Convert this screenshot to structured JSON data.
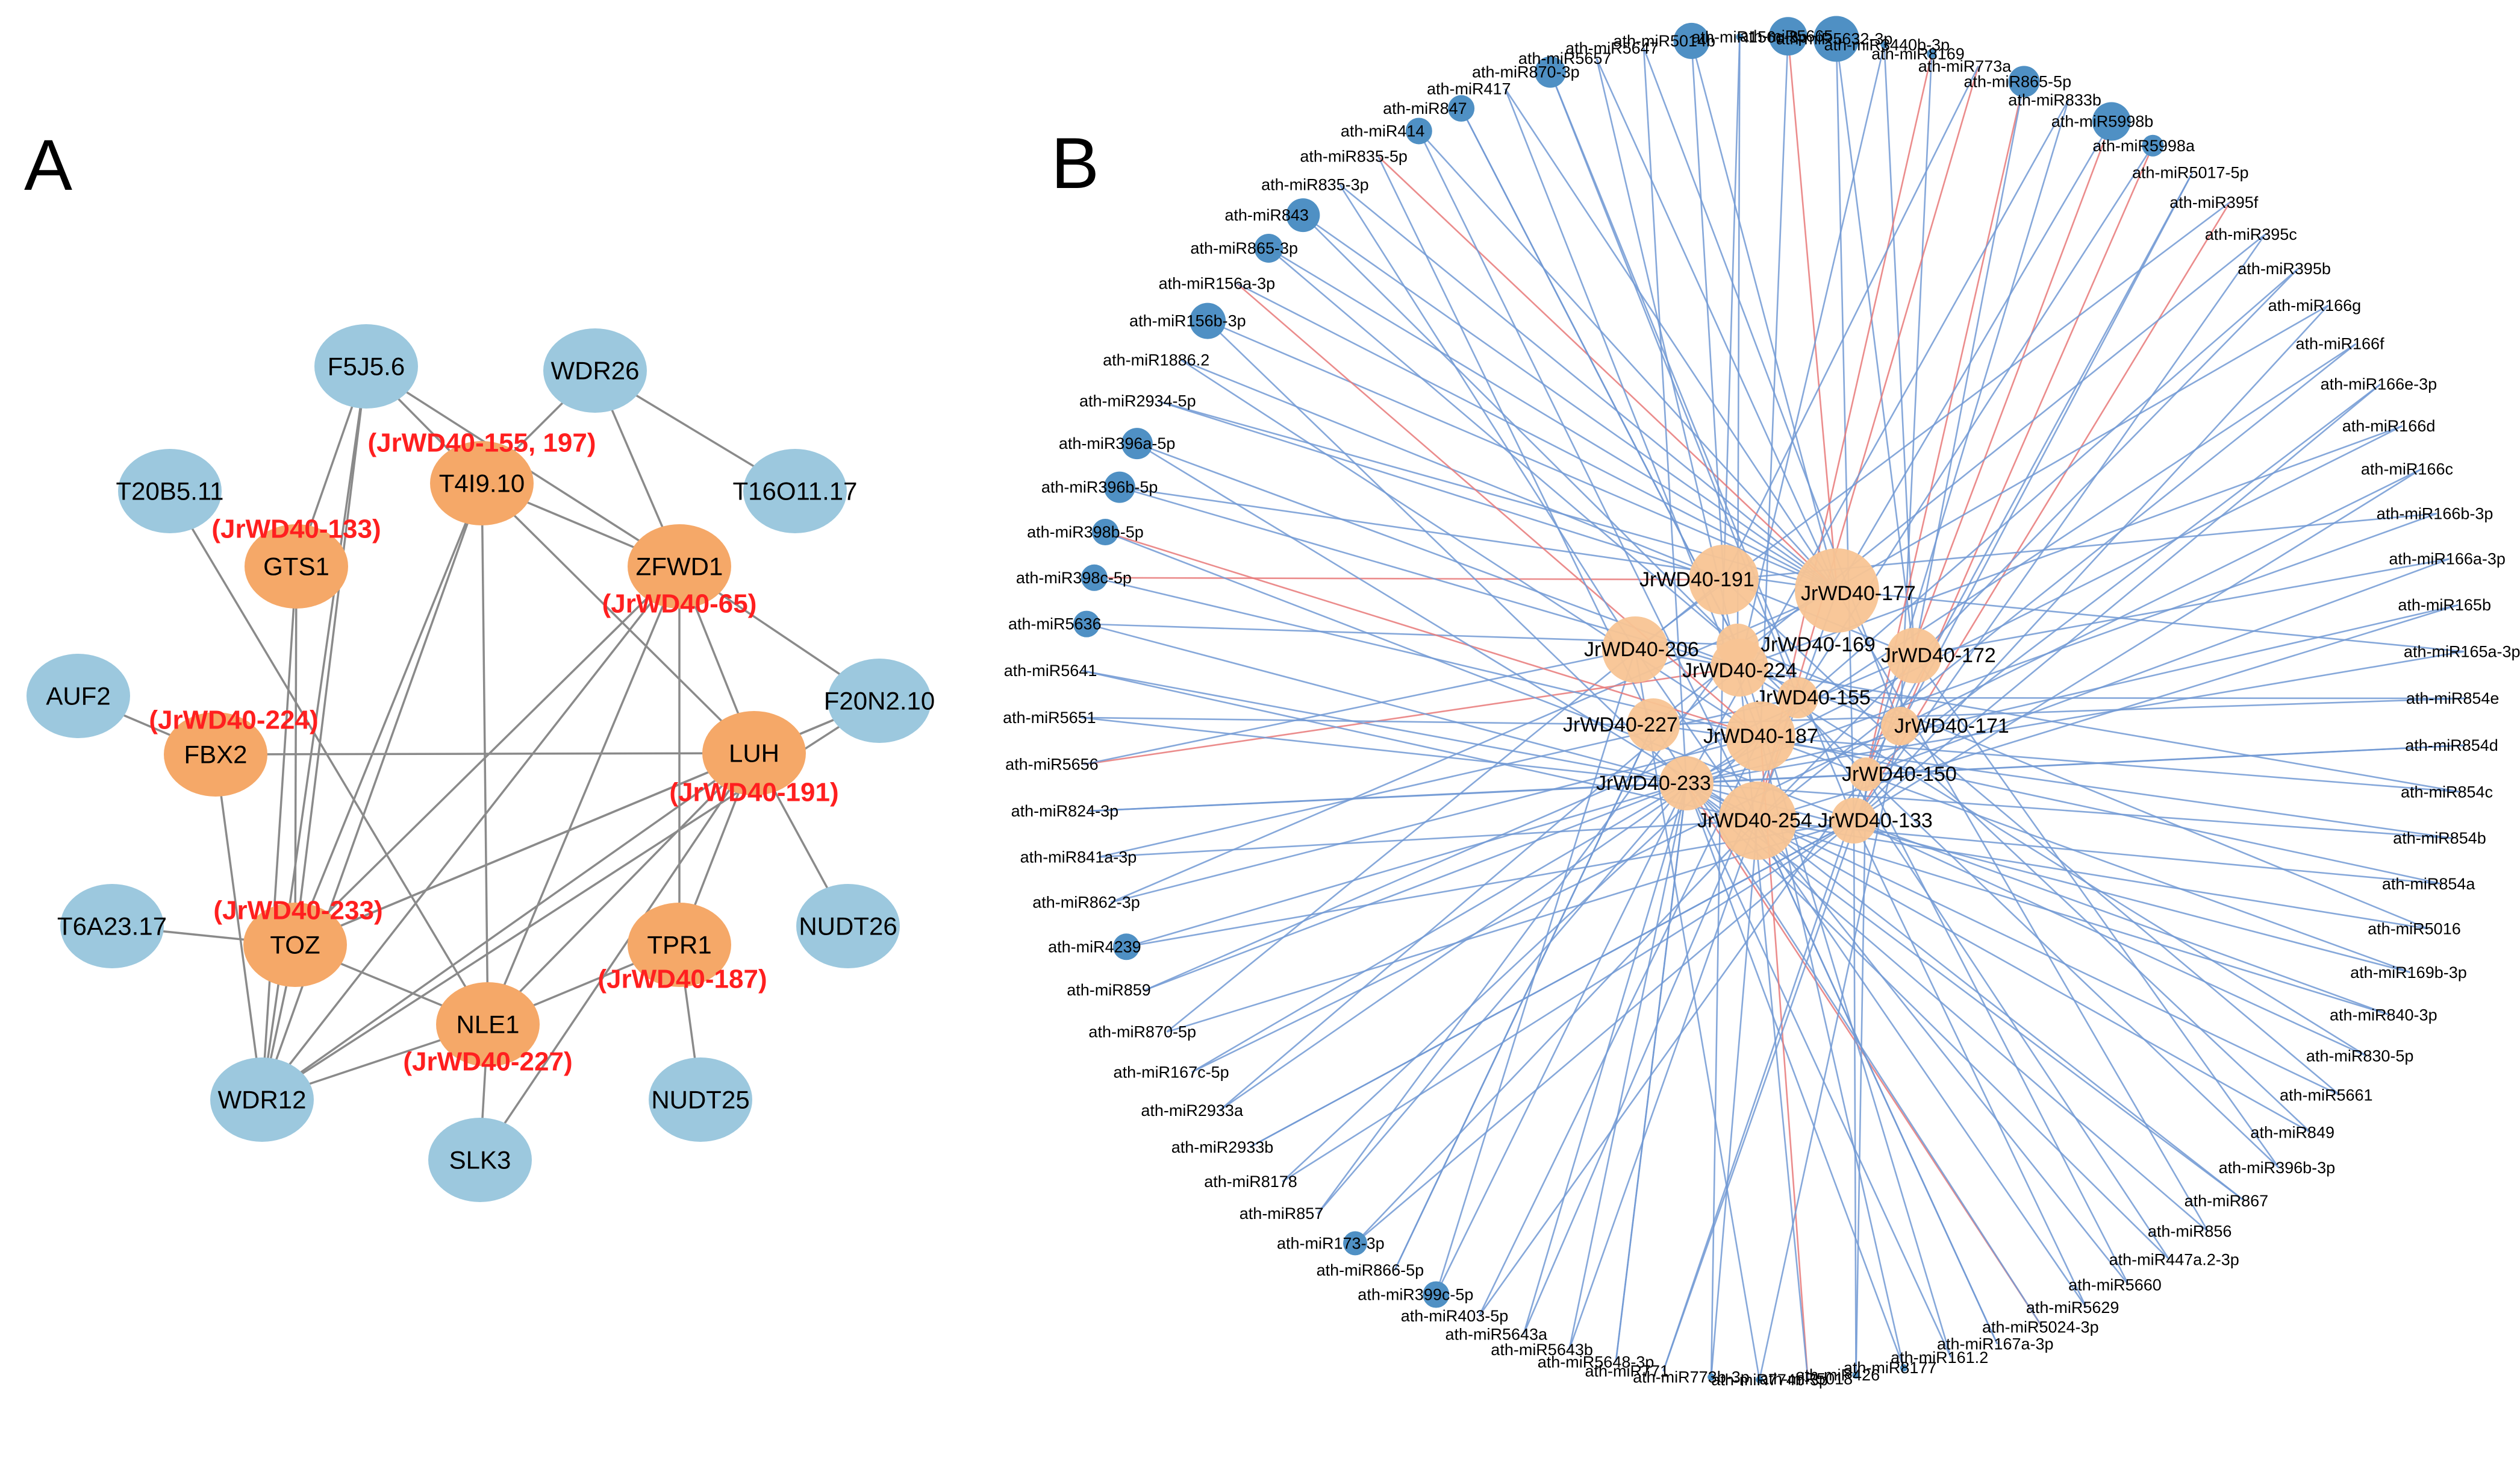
{
  "figure": {
    "panel_a_letter": "A",
    "panel_b_letter": "B",
    "colors": {
      "blue_node": "#9cc8de",
      "orange_node": "#f5a868",
      "b_orange_node": "#f8c494",
      "b_blue_node": "#4f90c4",
      "edge_gray": "#8a8a8a",
      "edge_blue": "#7199d4",
      "edge_red": "#e87878",
      "annotation_red": "#ff1f1f"
    }
  },
  "panel_a": {
    "nodes": [
      {
        "id": "F5J5.6",
        "label": "F5J5.6",
        "kind": "blue"
      },
      {
        "id": "WDR26",
        "label": "WDR26",
        "kind": "blue"
      },
      {
        "id": "T20B5.11",
        "label": "T20B5.11",
        "kind": "blue"
      },
      {
        "id": "T16O11.17",
        "label": "T16O11.17",
        "kind": "blue"
      },
      {
        "id": "AUF2",
        "label": "AUF2",
        "kind": "blue"
      },
      {
        "id": "F20N2.10",
        "label": "F20N2.10",
        "kind": "blue"
      },
      {
        "id": "T6A23.17",
        "label": "T6A23.17",
        "kind": "blue"
      },
      {
        "id": "NUDT26",
        "label": "NUDT26",
        "kind": "blue"
      },
      {
        "id": "WDR12",
        "label": "WDR12",
        "kind": "blue"
      },
      {
        "id": "NUDT25",
        "label": "NUDT25",
        "kind": "blue"
      },
      {
        "id": "SLK3",
        "label": "SLK3",
        "kind": "blue"
      },
      {
        "id": "T4I9.10",
        "label": "T4I9.10",
        "kind": "orange"
      },
      {
        "id": "GTS1",
        "label": "GTS1",
        "kind": "orange"
      },
      {
        "id": "ZFWD1",
        "label": "ZFWD1",
        "kind": "orange"
      },
      {
        "id": "FBX2",
        "label": "FBX2",
        "kind": "orange"
      },
      {
        "id": "LUH",
        "label": "LUH",
        "kind": "orange"
      },
      {
        "id": "TOZ",
        "label": "TOZ",
        "kind": "orange"
      },
      {
        "id": "TPR1",
        "label": "TPR1",
        "kind": "orange"
      },
      {
        "id": "NLE1",
        "label": "NLE1",
        "kind": "orange"
      }
    ],
    "annotations": [
      {
        "node": "T4I9.10",
        "text": "(JrWD40-155, 197)"
      },
      {
        "node": "GTS1",
        "text": "(JrWD40-133)"
      },
      {
        "node": "ZFWD1",
        "text": "(JrWD40-65)"
      },
      {
        "node": "FBX2",
        "text": "(JrWD40-224)"
      },
      {
        "node": "LUH",
        "text": "(JrWD40-191)"
      },
      {
        "node": "TOZ",
        "text": "(JrWD40-233)"
      },
      {
        "node": "TPR1",
        "text": "(JrWD40-187)"
      },
      {
        "node": "NLE1",
        "text": "(JrWD40-227)"
      }
    ],
    "edges": [
      [
        "F5J5.6",
        "T4I9.10"
      ],
      [
        "F5J5.6",
        "ZFWD1"
      ],
      [
        "F5J5.6",
        "GTS1"
      ],
      [
        "F5J5.6",
        "TOZ"
      ],
      [
        "F5J5.6",
        "WDR12"
      ],
      [
        "WDR26",
        "T4I9.10"
      ],
      [
        "WDR26",
        "T16O11.17"
      ],
      [
        "WDR26",
        "ZFWD1"
      ],
      [
        "T20B5.11",
        "NLE1"
      ],
      [
        "T4I9.10",
        "ZFWD1"
      ],
      [
        "T4I9.10",
        "LUH"
      ],
      [
        "T4I9.10",
        "NLE1"
      ],
      [
        "T4I9.10",
        "TOZ"
      ],
      [
        "T4I9.10",
        "WDR12"
      ],
      [
        "GTS1",
        "TOZ"
      ],
      [
        "GTS1",
        "WDR12"
      ],
      [
        "ZFWD1",
        "F20N2.10"
      ],
      [
        "ZFWD1",
        "LUH"
      ],
      [
        "ZFWD1",
        "TPR1"
      ],
      [
        "ZFWD1",
        "TOZ"
      ],
      [
        "ZFWD1",
        "NLE1"
      ],
      [
        "ZFWD1",
        "WDR12"
      ],
      [
        "AUF2",
        "FBX2"
      ],
      [
        "FBX2",
        "LUH"
      ],
      [
        "FBX2",
        "WDR12"
      ],
      [
        "F20N2.10",
        "LUH"
      ],
      [
        "F20N2.10",
        "TOZ"
      ],
      [
        "F20N2.10",
        "WDR12"
      ],
      [
        "LUH",
        "NUDT26"
      ],
      [
        "LUH",
        "TPR1"
      ],
      [
        "LUH",
        "NLE1"
      ],
      [
        "LUH",
        "TOZ"
      ],
      [
        "LUH",
        "WDR12"
      ],
      [
        "LUH",
        "SLK3"
      ],
      [
        "T6A23.17",
        "TOZ"
      ],
      [
        "TOZ",
        "NLE1"
      ],
      [
        "TOZ",
        "WDR12"
      ],
      [
        "TPR1",
        "NUDT25"
      ],
      [
        "TPR1",
        "NLE1"
      ],
      [
        "NLE1",
        "WDR12"
      ],
      [
        "NLE1",
        "SLK3"
      ]
    ]
  },
  "panel_b": {
    "hub_nodes": [
      {
        "id": "JrWD40-191",
        "label": "JrWD40-191"
      },
      {
        "id": "JrWD40-177",
        "label": "JrWD40-177"
      },
      {
        "id": "JrWD40-206",
        "label": "JrWD40-206"
      },
      {
        "id": "JrWD40-169",
        "label": "JrWD40-169"
      },
      {
        "id": "JrWD40-224",
        "label": "JrWD40-224"
      },
      {
        "id": "JrWD40-172",
        "label": "JrWD40-172"
      },
      {
        "id": "JrWD40-155",
        "label": "JrWD40-155"
      },
      {
        "id": "JrWD40-227",
        "label": "JrWD40-227"
      },
      {
        "id": "JrWD40-187",
        "label": "JrWD40-187"
      },
      {
        "id": "JrWD40-171",
        "label": "JrWD40-171"
      },
      {
        "id": "JrWD40-233",
        "label": "JrWD40-233"
      },
      {
        "id": "JrWD40-150",
        "label": "JrWD40-150"
      },
      {
        "id": "JrWD40-254",
        "label": "JrWD40-254"
      },
      {
        "id": "JrWD40-133",
        "label": "JrWD40-133"
      }
    ],
    "mirnas": [
      {
        "label": "ath-miR156c-3p",
        "hub": "JrWD40-191",
        "color": "blue"
      },
      {
        "label": "ath-miR5665",
        "hub": "JrWD40-177",
        "color": "red"
      },
      {
        "label": "ath-miR5632-3p",
        "hub": "JrWD40-172",
        "color": "blue"
      },
      {
        "label": "ath-miR3440b-3p",
        "hub": "JrWD40-172",
        "color": "blue"
      },
      {
        "label": "ath-miR8169",
        "hub": "JrWD40-254",
        "color": "red"
      },
      {
        "label": "ath-miR773a",
        "hub": "JrWD40-254",
        "color": "red"
      },
      {
        "label": "ath-miR865-5p",
        "hub": "JrWD40-150",
        "color": "red"
      },
      {
        "label": "ath-miR833b",
        "hub": "JrWD40-150",
        "color": "blue"
      },
      {
        "label": "ath-miR5998b",
        "hub": "JrWD40-150",
        "color": "red"
      },
      {
        "label": "ath-miR5998a",
        "hub": "JrWD40-171",
        "color": "red"
      },
      {
        "label": "ath-miR5017-5p",
        "hub": "JrWD40-171",
        "color": "blue"
      },
      {
        "label": "ath-miR395f",
        "hub": "JrWD40-133",
        "color": "red"
      },
      {
        "label": "ath-miR395c",
        "hub": "JrWD40-133",
        "color": "blue"
      },
      {
        "label": "ath-miR395b",
        "hub": "JrWD40-187",
        "color": "blue"
      },
      {
        "label": "ath-miR166g",
        "hub": "JrWD40-133",
        "color": "blue"
      },
      {
        "label": "ath-miR166f",
        "hub": "JrWD40-254",
        "color": "blue"
      },
      {
        "label": "ath-miR166e-3p",
        "hub": "JrWD40-150",
        "color": "blue"
      },
      {
        "label": "ath-miR166d",
        "hub": "JrWD40-233",
        "color": "blue"
      },
      {
        "label": "ath-miR166c",
        "hub": "JrWD40-133",
        "color": "blue"
      },
      {
        "label": "ath-miR166b-3p",
        "hub": "JrWD40-233",
        "color": "blue"
      },
      {
        "label": "ath-miR166a-3p",
        "hub": "JrWD40-150",
        "color": "blue"
      },
      {
        "label": "ath-miR165b",
        "hub": "JrWD40-254",
        "color": "blue"
      },
      {
        "label": "ath-miR165a-3p",
        "hub": "JrWD40-233",
        "color": "blue"
      },
      {
        "label": "ath-miR854e",
        "hub": "JrWD40-227",
        "color": "blue"
      },
      {
        "label": "ath-miR854d",
        "hub": "JrWD40-233",
        "color": "blue"
      },
      {
        "label": "ath-miR854c",
        "hub": "JrWD40-187",
        "color": "blue"
      },
      {
        "label": "ath-miR854b",
        "hub": "JrWD40-233",
        "color": "blue"
      },
      {
        "label": "ath-miR854a",
        "hub": "JrWD40-187",
        "color": "blue"
      },
      {
        "label": "ath-miR5016",
        "hub": "JrWD40-254",
        "color": "blue"
      },
      {
        "label": "ath-miR169b-3p",
        "hub": "JrWD40-233",
        "color": "blue"
      },
      {
        "label": "ath-miR840-3p",
        "hub": "JrWD40-254",
        "color": "blue"
      },
      {
        "label": "ath-miR830-5p",
        "hub": "JrWD40-133",
        "color": "blue"
      },
      {
        "label": "ath-miR5661",
        "hub": "JrWD40-233",
        "color": "blue"
      },
      {
        "label": "ath-miR849",
        "hub": "JrWD40-233",
        "color": "blue"
      },
      {
        "label": "ath-miR396b-3p",
        "hub": "JrWD40-150",
        "color": "blue"
      },
      {
        "label": "ath-miR867",
        "hub": "JrWD40-254",
        "color": "blue"
      },
      {
        "label": "ath-miR856",
        "hub": "JrWD40-233",
        "color": "blue"
      },
      {
        "label": "ath-miR447a.2-3p",
        "hub": "JrWD40-233",
        "color": "blue"
      },
      {
        "label": "ath-miR5660",
        "hub": "JrWD40-254",
        "color": "blue"
      },
      {
        "label": "ath-miR5629",
        "hub": "JrWD40-133",
        "color": "blue"
      },
      {
        "label": "ath-miR5024-3p",
        "hub": "JrWD40-233",
        "color": "red"
      },
      {
        "label": "ath-miR167a-3p",
        "hub": "JrWD40-254",
        "color": "blue"
      },
      {
        "label": "ath-miR161.2",
        "hub": "JrWD40-233",
        "color": "blue"
      },
      {
        "label": "ath-miR8177",
        "hub": "JrWD40-233",
        "color": "blue"
      },
      {
        "label": "ath-miR426",
        "hub": "JrWD40-150",
        "color": "blue"
      },
      {
        "label": "ath-miR5018",
        "hub": "JrWD40-187",
        "color": "red"
      },
      {
        "label": "ath-miR774b-3p",
        "hub": "JrWD40-206",
        "color": "blue"
      },
      {
        "label": "ath-miR773b-3p",
        "hub": "JrWD40-254",
        "color": "blue"
      },
      {
        "label": "ath-miR771",
        "hub": "JrWD40-150",
        "color": "blue"
      },
      {
        "label": "ath-miR5648-3p",
        "hub": "JrWD40-233",
        "color": "blue"
      },
      {
        "label": "ath-miR5643b",
        "hub": "JrWD40-233",
        "color": "blue"
      },
      {
        "label": "ath-miR5643a",
        "hub": "JrWD40-233",
        "color": "blue"
      },
      {
        "label": "ath-miR403-5p",
        "hub": "JrWD40-187",
        "color": "blue"
      },
      {
        "label": "ath-miR399c-5p",
        "hub": "JrWD40-233",
        "color": "blue"
      },
      {
        "label": "ath-miR866-5p",
        "hub": "JrWD40-227",
        "color": "blue"
      },
      {
        "label": "ath-miR173-3p",
        "hub": "JrWD40-133",
        "color": "blue"
      },
      {
        "label": "ath-miR857",
        "hub": "JrWD40-233",
        "color": "blue"
      },
      {
        "label": "ath-miR8178",
        "hub": "JrWD40-133",
        "color": "blue"
      },
      {
        "label": "ath-miR2933b",
        "hub": "JrWD40-133",
        "color": "blue"
      },
      {
        "label": "ath-miR2933a",
        "hub": "JrWD40-187",
        "color": "blue"
      },
      {
        "label": "ath-miR167c-5p",
        "hub": "JrWD40-233",
        "color": "blue"
      },
      {
        "label": "ath-miR870-5p",
        "hub": "JrWD40-133",
        "color": "blue"
      },
      {
        "label": "ath-miR859",
        "hub": "JrWD40-233",
        "color": "blue"
      },
      {
        "label": "ath-miR4239",
        "hub": "JrWD40-133",
        "color": "blue"
      },
      {
        "label": "ath-miR862-3p",
        "hub": "JrWD40-187",
        "color": "blue"
      },
      {
        "label": "ath-miR841a-3p",
        "hub": "JrWD40-254",
        "color": "blue"
      },
      {
        "label": "ath-miR824-3p",
        "hub": "JrWD40-233",
        "color": "blue"
      },
      {
        "label": "ath-miR5656",
        "hub": "JrWD40-224",
        "color": "red"
      },
      {
        "label": "ath-miR5651",
        "hub": "JrWD40-233",
        "color": "blue"
      },
      {
        "label": "ath-miR5641",
        "hub": "JrWD40-233",
        "color": "blue"
      },
      {
        "label": "ath-miR5636",
        "hub": "JrWD40-233",
        "color": "blue"
      },
      {
        "label": "ath-miR398c-5p",
        "hub": "JrWD40-191",
        "color": "red"
      },
      {
        "label": "ath-miR398b-5p",
        "hub": "JrWD40-187",
        "color": "red"
      },
      {
        "label": "ath-miR396b-5p",
        "hub": "JrWD40-177",
        "color": "blue"
      },
      {
        "label": "ath-miR396a-5p",
        "hub": "JrWD40-254",
        "color": "blue"
      },
      {
        "label": "ath-miR2934-5p",
        "hub": "JrWD40-177",
        "color": "blue"
      },
      {
        "label": "ath-miR1886.2",
        "hub": "JrWD40-187",
        "color": "blue"
      },
      {
        "label": "ath-miR156b-3p",
        "hub": "JrWD40-177",
        "color": "blue"
      },
      {
        "label": "ath-miR156a-3p",
        "hub": "JrWD40-187",
        "color": "red"
      },
      {
        "label": "ath-miR865-3p",
        "hub": "JrWD40-177",
        "color": "blue"
      },
      {
        "label": "ath-miR843",
        "hub": "JrWD40-177",
        "color": "blue"
      },
      {
        "label": "ath-miR835-3p",
        "hub": "JrWD40-177",
        "color": "blue"
      },
      {
        "label": "ath-miR835-5p",
        "hub": "JrWD40-177",
        "color": "red"
      },
      {
        "label": "ath-miR414",
        "hub": "JrWD40-177",
        "color": "blue"
      },
      {
        "label": "ath-miR847",
        "hub": "JrWD40-169",
        "color": "blue"
      },
      {
        "label": "ath-miR417",
        "hub": "JrWD40-177",
        "color": "blue"
      },
      {
        "label": "ath-miR870-3p",
        "hub": "JrWD40-155",
        "color": "blue"
      },
      {
        "label": "ath-miR5657",
        "hub": "JrWD40-177",
        "color": "blue"
      },
      {
        "label": "ath-miR5647",
        "hub": "JrWD40-233",
        "color": "blue"
      },
      {
        "label": "ath-miR5014b",
        "hub": "JrWD40-177",
        "color": "blue"
      }
    ]
  }
}
